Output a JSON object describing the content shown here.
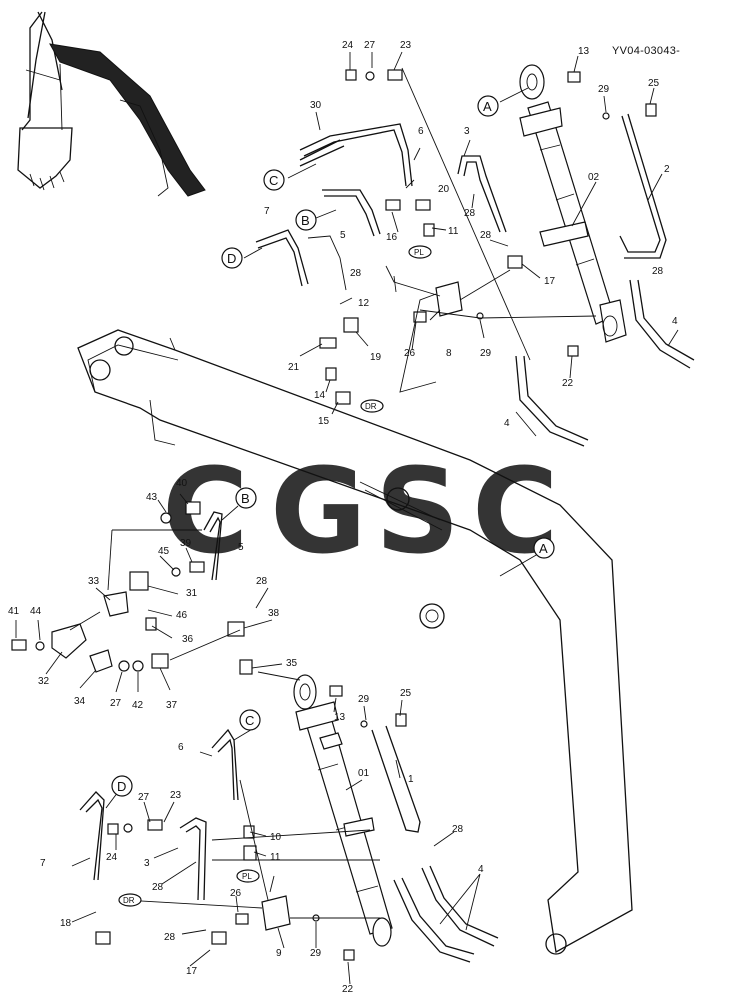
{
  "drawing_code": "YV04-03043-",
  "watermark": {
    "letters": [
      "C",
      "G",
      "S",
      "C"
    ],
    "colors": [
      "#6aa7f0",
      "#ef7f7f",
      "#f7d75e",
      "#6dbe95"
    ]
  },
  "tags": {
    "pl": "PL",
    "dr": "DR"
  },
  "callouts": {
    "A": "A",
    "B": "B",
    "C": "C",
    "D": "D"
  },
  "parts": {
    "p01": "01",
    "p02": "02",
    "p1": "1",
    "p2": "2",
    "p3": "3",
    "p4": "4",
    "p5": "5",
    "p6": "6",
    "p7": "7",
    "p8": "8",
    "p9": "9",
    "p10": "10",
    "p11": "11",
    "p12": "12",
    "p13": "13",
    "p14": "14",
    "p15": "15",
    "p16": "16",
    "p17": "17",
    "p18": "18",
    "p19": "19",
    "p20": "20",
    "p21": "21",
    "p22": "22",
    "p23": "23",
    "p24": "24",
    "p25": "25",
    "p26": "26",
    "p27": "27",
    "p28": "28",
    "p29": "29",
    "p30": "30",
    "p31": "31",
    "p32": "32",
    "p33": "33",
    "p34": "34",
    "p35": "35",
    "p36": "36",
    "p37": "37",
    "p38": "38",
    "p39": "39",
    "p40": "40",
    "p41": "41",
    "p42": "42",
    "p43": "43",
    "p44": "44",
    "p45": "45",
    "p46": "46"
  }
}
